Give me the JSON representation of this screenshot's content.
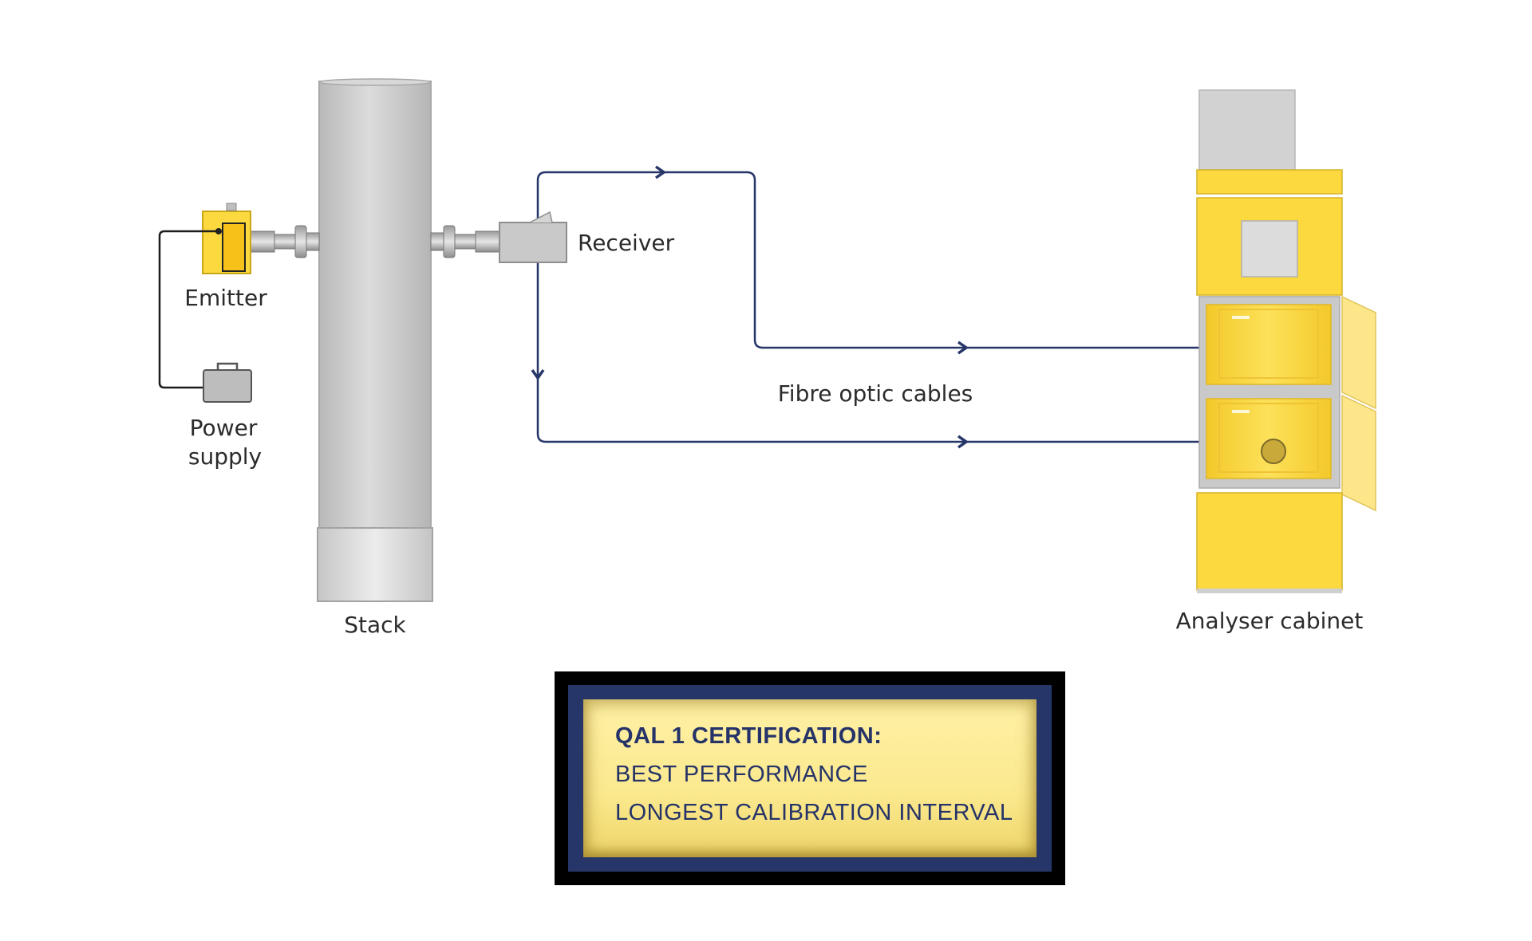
{
  "labels": {
    "emitter": "Emitter",
    "power_supply_line1": "Power",
    "power_supply_line2": "supply",
    "stack": "Stack",
    "receiver": "Receiver",
    "fibre_optic_cables": "Fibre optic cables",
    "analyser_cabinet": "Analyser cabinet"
  },
  "certification": {
    "title": "QAL 1 CERTIFICATION:",
    "line1": "BEST PERFORMANCE",
    "line2": "LONGEST CALIBRATION INTERVAL"
  },
  "colors": {
    "cable": "#253368",
    "cabinet_yellow": "#fcd93e",
    "stack_grey": "#c8c8c8",
    "panel_navy": "#263669"
  }
}
